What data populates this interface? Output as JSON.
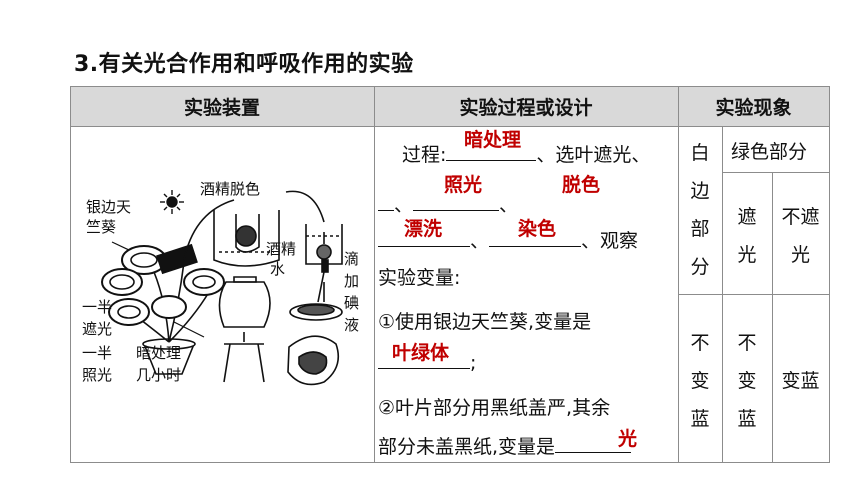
{
  "title": "3.有关光合作用和呼吸作用的实验",
  "headers": {
    "col1": "实验装置",
    "col2": "实验过程或设计",
    "col3": "实验现象"
  },
  "diagram_labels": {
    "plant": [
      "银边天",
      "竺葵"
    ],
    "alcohol": "酒精脱色",
    "alcohol2": "酒精",
    "water": "水",
    "iodine": [
      "滴",
      "加",
      "碘",
      "液"
    ],
    "half_shade": [
      "一半",
      "遮光"
    ],
    "half_light": [
      "一半",
      "照光"
    ],
    "dark": [
      "暗处理",
      "几小时"
    ]
  },
  "process": {
    "line1_prefix": "过程:",
    "line1_suffix": "、选叶遮光、",
    "line2_sep": "、",
    "line3_sep": "、",
    "line3_suffix": "、观察",
    "variables_label": "实验变量:",
    "item1": "①使用银边天竺葵,变量是",
    "item1_end": ";",
    "item2_line1": "②叶片部分用黑纸盖严,其余",
    "item2_line2": "部分未盖黑纸,变量是"
  },
  "answers": {
    "dark_treatment": "暗处理",
    "light": "照光",
    "decolor": "脱色",
    "rinse": "漂洗",
    "stain": "染色",
    "chlorophyll": "叶绿体",
    "light_var": "光"
  },
  "phenomenon": {
    "white_edge": [
      "白",
      "边",
      "部",
      "分"
    ],
    "green_part": "绿色部分",
    "shaded": [
      "遮",
      "光"
    ],
    "unshaded": [
      "不遮",
      "光"
    ],
    "result_white": [
      "不",
      "变",
      "蓝"
    ],
    "result_shaded": [
      "不",
      "变",
      "蓝"
    ],
    "result_unshaded": "变蓝"
  }
}
